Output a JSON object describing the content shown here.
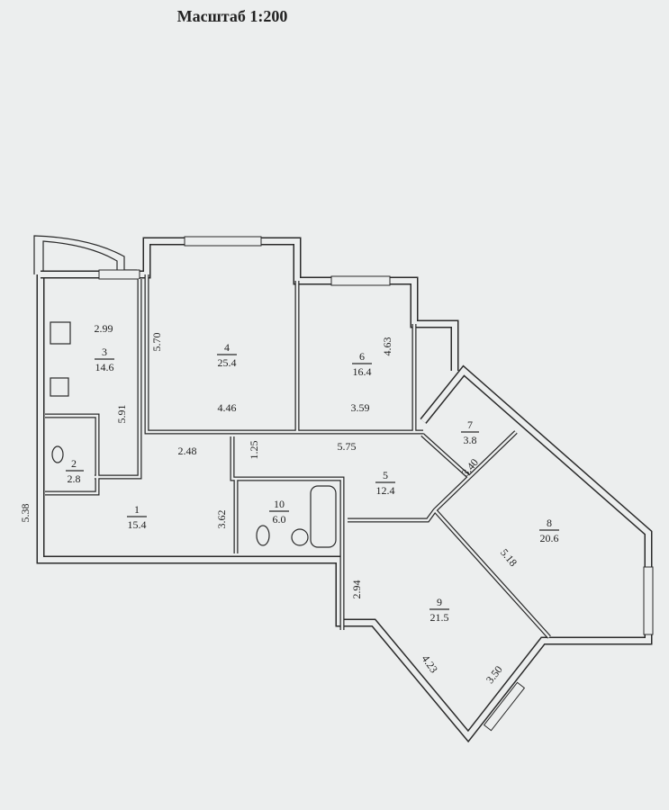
{
  "title": "Масштаб 1:200",
  "rooms": [
    {
      "number": "1",
      "area": "15.4"
    },
    {
      "number": "2",
      "area": "2.8"
    },
    {
      "number": "3",
      "area": "14.6"
    },
    {
      "number": "4",
      "area": "25.4"
    },
    {
      "number": "5",
      "area": "12.4"
    },
    {
      "number": "6",
      "area": "16.4"
    },
    {
      "number": "7",
      "area": "3.8"
    },
    {
      "number": "8",
      "area": "20.6"
    },
    {
      "number": "9",
      "area": "21.5"
    },
    {
      "number": "10",
      "area": "6.0"
    }
  ],
  "dimensions": {
    "kitchen_width": "2.99",
    "kitchen_length": "5.91",
    "room4_length": "5.70",
    "room4_width": "4.46",
    "room6_length": "4.63",
    "room6_width": "3.59",
    "hall_width": "2.48",
    "corridor_width": "1.25",
    "corridor_length": "5.75",
    "bath_length": "3.62",
    "entry_length": "5.38",
    "room8_width": "3.40",
    "room8_length": "5.18",
    "room9_side": "2.94",
    "room9_diag": "4.23",
    "room9_window": "3.50"
  }
}
